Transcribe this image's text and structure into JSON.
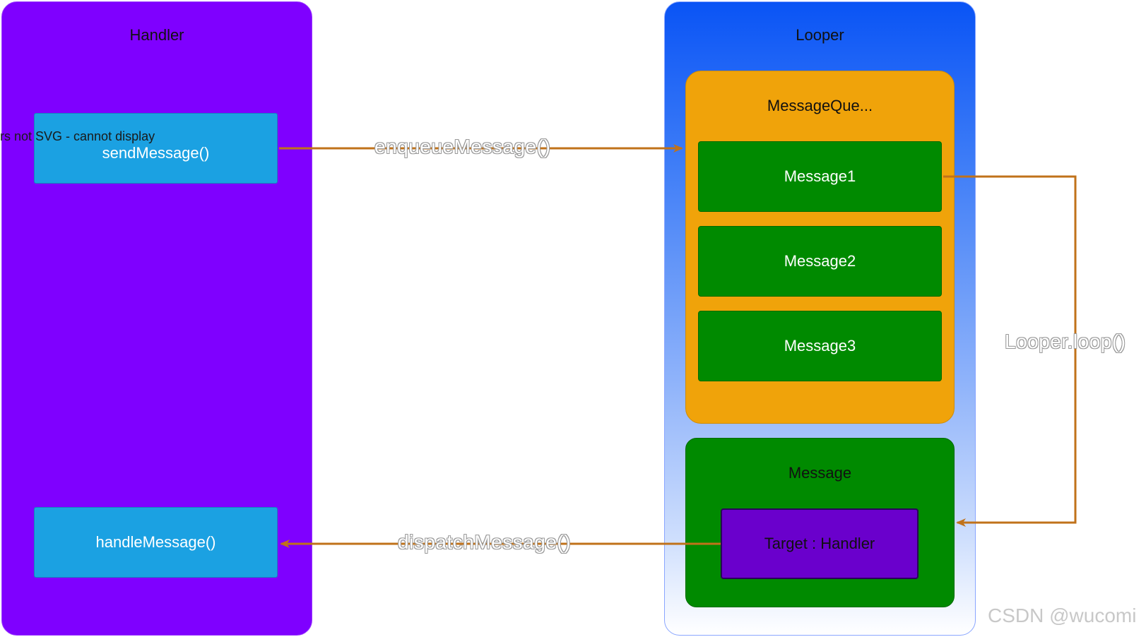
{
  "handler": {
    "title": "Handler",
    "send_label": "sendMessage()",
    "handle_label": "handleMessage()",
    "svg_warning": "rs not SVG - cannot display"
  },
  "looper": {
    "title": "Looper",
    "queue": {
      "title": "MessageQue...",
      "messages": [
        "Message1",
        "Message2",
        "Message3"
      ]
    },
    "message": {
      "title": "Message",
      "target": "Target : Handler"
    }
  },
  "edges": {
    "enqueue": "enqueueMessage()",
    "dispatch": "dispatchMessage()",
    "loop": "Looper.loop()"
  },
  "watermark": "CSDN @wucomi",
  "colors": {
    "handler_panel": "#7f00ff",
    "method_box": "#1ba1e2",
    "queue": "#f0a30a",
    "message_item": "#008a00",
    "target": "#6a00cc",
    "arrow": "#c0721a"
  }
}
